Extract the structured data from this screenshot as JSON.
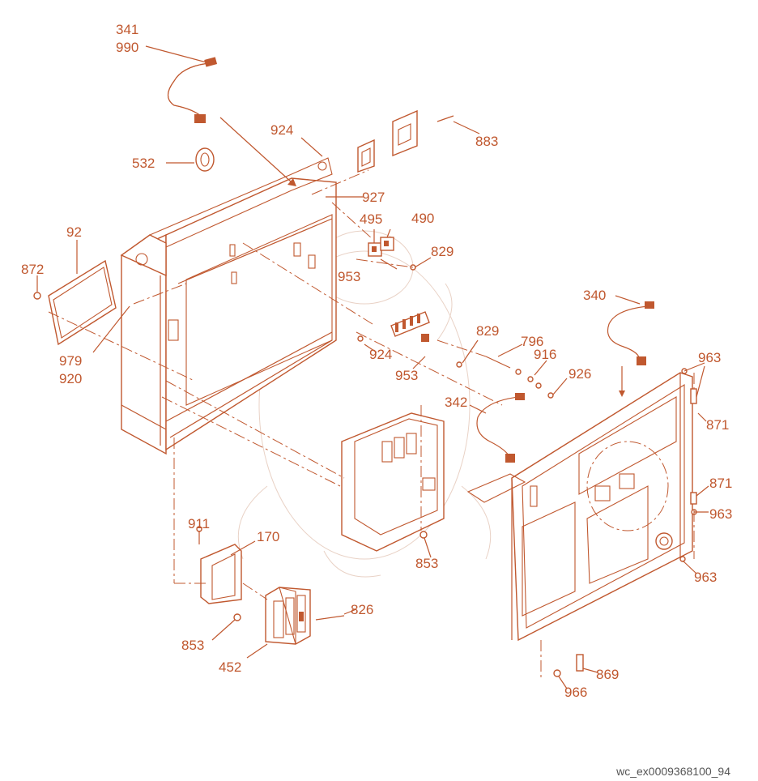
{
  "diagram": {
    "colors": {
      "accent": "#c0582f",
      "watermark": "#e9d2c6"
    },
    "labels": {
      "l341": "341",
      "l990": "990",
      "l924a": "924",
      "l883": "883",
      "l532": "532",
      "l927": "927",
      "l495": "495",
      "l490": "490",
      "l92": "92",
      "l829a": "829",
      "l872": "872",
      "l953a": "953",
      "l340": "340",
      "l829b": "829",
      "l796": "796",
      "l979": "979",
      "l920": "920",
      "l924b": "924",
      "l916": "916",
      "l963a": "963",
      "l953b": "953",
      "l926": "926",
      "l342": "342",
      "l871a": "871",
      "l871b": "871",
      "l963b": "963",
      "l911": "911",
      "l170": "170",
      "l853a": "853",
      "l963c": "963",
      "l826": "826",
      "l853b": "853",
      "l452": "452",
      "l869": "869",
      "l966": "966"
    }
  },
  "footer": {
    "id": "wc_ex0009368100_94"
  }
}
